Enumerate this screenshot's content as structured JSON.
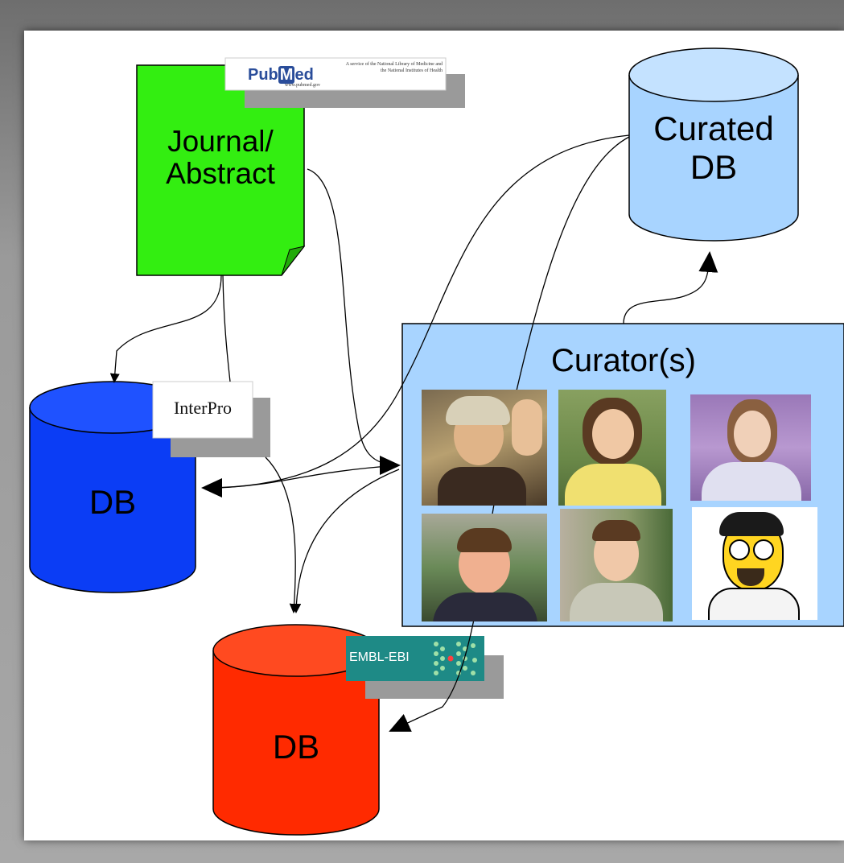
{
  "diagram": {
    "journal_label_line1": "Journal/",
    "journal_label_line2": "Abstract",
    "curated_db_line1": "Curated",
    "curated_db_line2": "DB",
    "blue_db_label": "DB",
    "red_db_label": "DB",
    "curators_label": "Curator(s)",
    "pubmed_logo": {
      "brand_pre": "Pub",
      "brand_mid": "M",
      "brand_post": "ed",
      "tagline": "A service of the National Library of Medicine and the National Institutes of Health",
      "url": "www.pubmed.gov"
    },
    "interpro_logo": "InterPro",
    "ebi_logo": "EMBL-EBI",
    "colors": {
      "journal": "#33ee11",
      "curated_db": "#a8d4ff",
      "blue_db": "#0b3df5",
      "red_db": "#ff2a00",
      "curators_box": "#a8d4ff",
      "ebi_logo": "#1e8a86"
    }
  }
}
